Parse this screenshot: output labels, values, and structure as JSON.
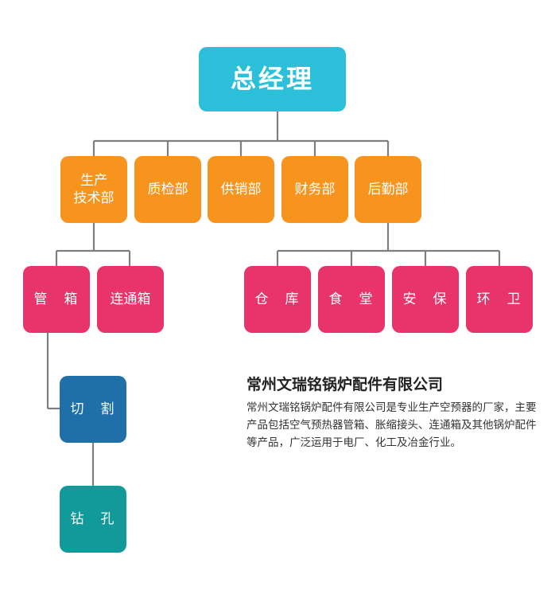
{
  "chart": {
    "root": "总经理",
    "departments": [
      {
        "id": "production",
        "label_line1": "生产",
        "label_line2": "技术部"
      },
      {
        "id": "quality",
        "label": "质检部"
      },
      {
        "id": "sales",
        "label": "供销部"
      },
      {
        "id": "finance",
        "label": "财务部"
      },
      {
        "id": "logistics",
        "label": "后勤部"
      }
    ],
    "production_units": [
      "管　箱",
      "连通箱"
    ],
    "logistics_units": [
      "仓　库",
      "食　堂",
      "安　保",
      "环　卫"
    ],
    "process_steps": [
      "切　割",
      "钻　孔"
    ]
  },
  "company": {
    "name": "常州文瑞铭锅炉配件有限公司",
    "description": "常州文瑞铭锅炉配件有限公司是专业生产空预器的厂家，主要产品包括空气预热器管箱、胀缩接头、连通箱及其他锅炉配件等产品，广泛运用于电厂、化工及冶金行业。"
  },
  "colors": {
    "root": "#2bbfd9",
    "department": "#f7941d",
    "unit": "#e8336b",
    "step_cut": "#1f6fa8",
    "step_drill": "#12999a",
    "connector": "#7f7f7f"
  }
}
